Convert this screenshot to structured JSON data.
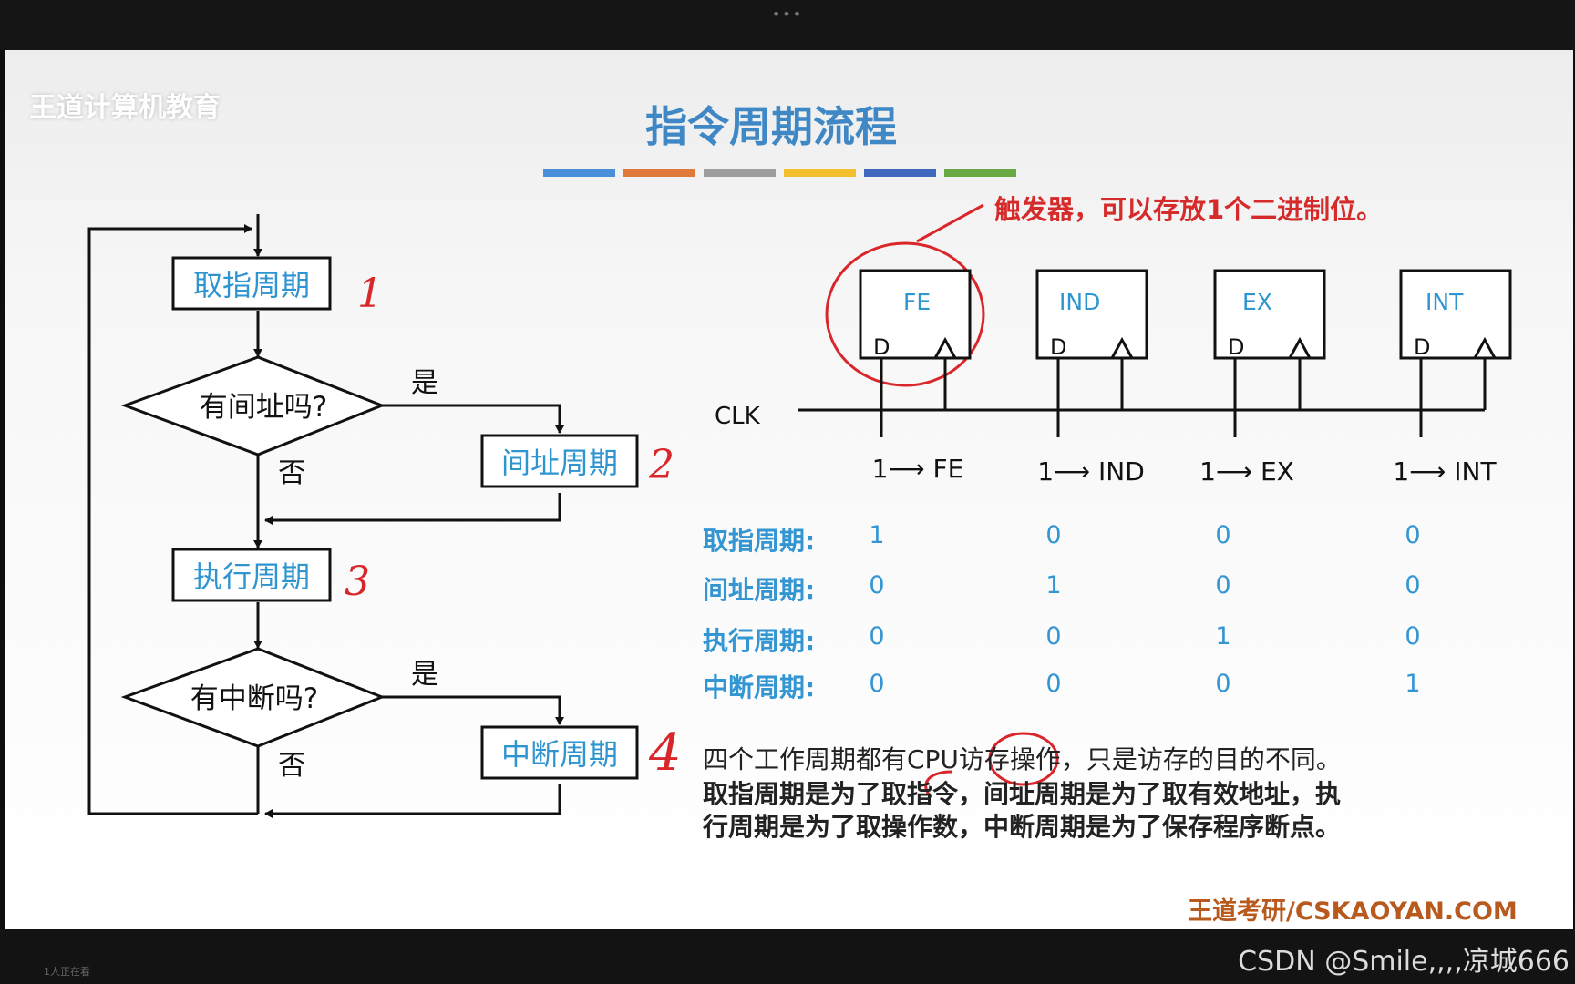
{
  "watermark": "王道计算机教育",
  "title": "指令周期流程",
  "colors": [
    "#4a90d9",
    "#e07a3a",
    "#9d9d9d",
    "#f3bf2e",
    "#3f67c0",
    "#68a944"
  ],
  "flowchart": {
    "fetch": "取指周期",
    "q_indirect": "有间址吗?",
    "indirect": "间址周期",
    "execute": "执行周期",
    "q_interrupt": "有中断吗?",
    "interrupt": "中断周期",
    "yes": "是",
    "no": "否"
  },
  "handwritten_numbers": [
    "1",
    "2",
    "3",
    "4"
  ],
  "annotation": "触发器，可以存放1个二进制位。",
  "flipflops": [
    {
      "name": "FE",
      "out": "1⟶ FE"
    },
    {
      "name": "IND",
      "out": "1⟶ IND"
    },
    {
      "name": "EX",
      "out": "1⟶ EX"
    },
    {
      "name": "INT",
      "out": "1⟶ INT"
    }
  ],
  "ff_d": "D",
  "clk": "CLK",
  "table": {
    "rows": [
      {
        "label": "取指周期:",
        "values": [
          "1",
          "0",
          "0",
          "0"
        ]
      },
      {
        "label": "间址周期:",
        "values": [
          "0",
          "1",
          "0",
          "0"
        ]
      },
      {
        "label": "执行周期:",
        "values": [
          "0",
          "0",
          "1",
          "0"
        ]
      },
      {
        "label": "中断周期:",
        "values": [
          "0",
          "0",
          "0",
          "1"
        ]
      }
    ]
  },
  "paragraph": {
    "line1": "四个工作周期都有CPU访存操作，只是访存的目的不同。",
    "line2": "取指周期是为了取指令，间址周期是为了取有效地址，执",
    "line3": "行周期是为了取操作数，中断周期是为了保存程序断点。"
  },
  "footer": "王道考研/CSKAOYAN.COM",
  "csdn": "CSDN @Smile,,,,凉城666",
  "bottom_small": "1人正在看",
  "top_dots": "•••"
}
